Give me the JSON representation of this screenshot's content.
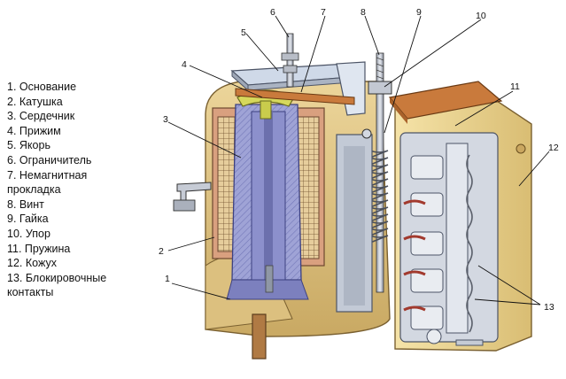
{
  "legend": [
    "1. Основание",
    "2. Катушка",
    "3. Сердечник",
    "4. Прижим",
    "5. Якорь",
    "6. Ограничитель",
    "7. Немагнитная\nпрокладка",
    "8. Винт",
    "9. Гайка",
    "10. Упор",
    "11. Пружина",
    "12. Кожух",
    "13. Блокировочные\nконтакты"
  ],
  "callouts": [
    "1",
    "2",
    "3",
    "4",
    "5",
    "6",
    "7",
    "8",
    "9",
    "10",
    "11",
    "12",
    "13",
    "13"
  ],
  "colors": {
    "base": "#e3c889",
    "base_dark": "#b99a55",
    "coil_frame": "#d29a7c",
    "coil_winding": "#e9cf9e",
    "core": "#9fa3d6",
    "core_dark": "#6c70ad",
    "steel": "#c9cdd6",
    "steel_dark": "#7d8391",
    "yellow_armature": "#d6d85c",
    "cover": "#f0dc9e",
    "gasket": "#c97a3c"
  }
}
